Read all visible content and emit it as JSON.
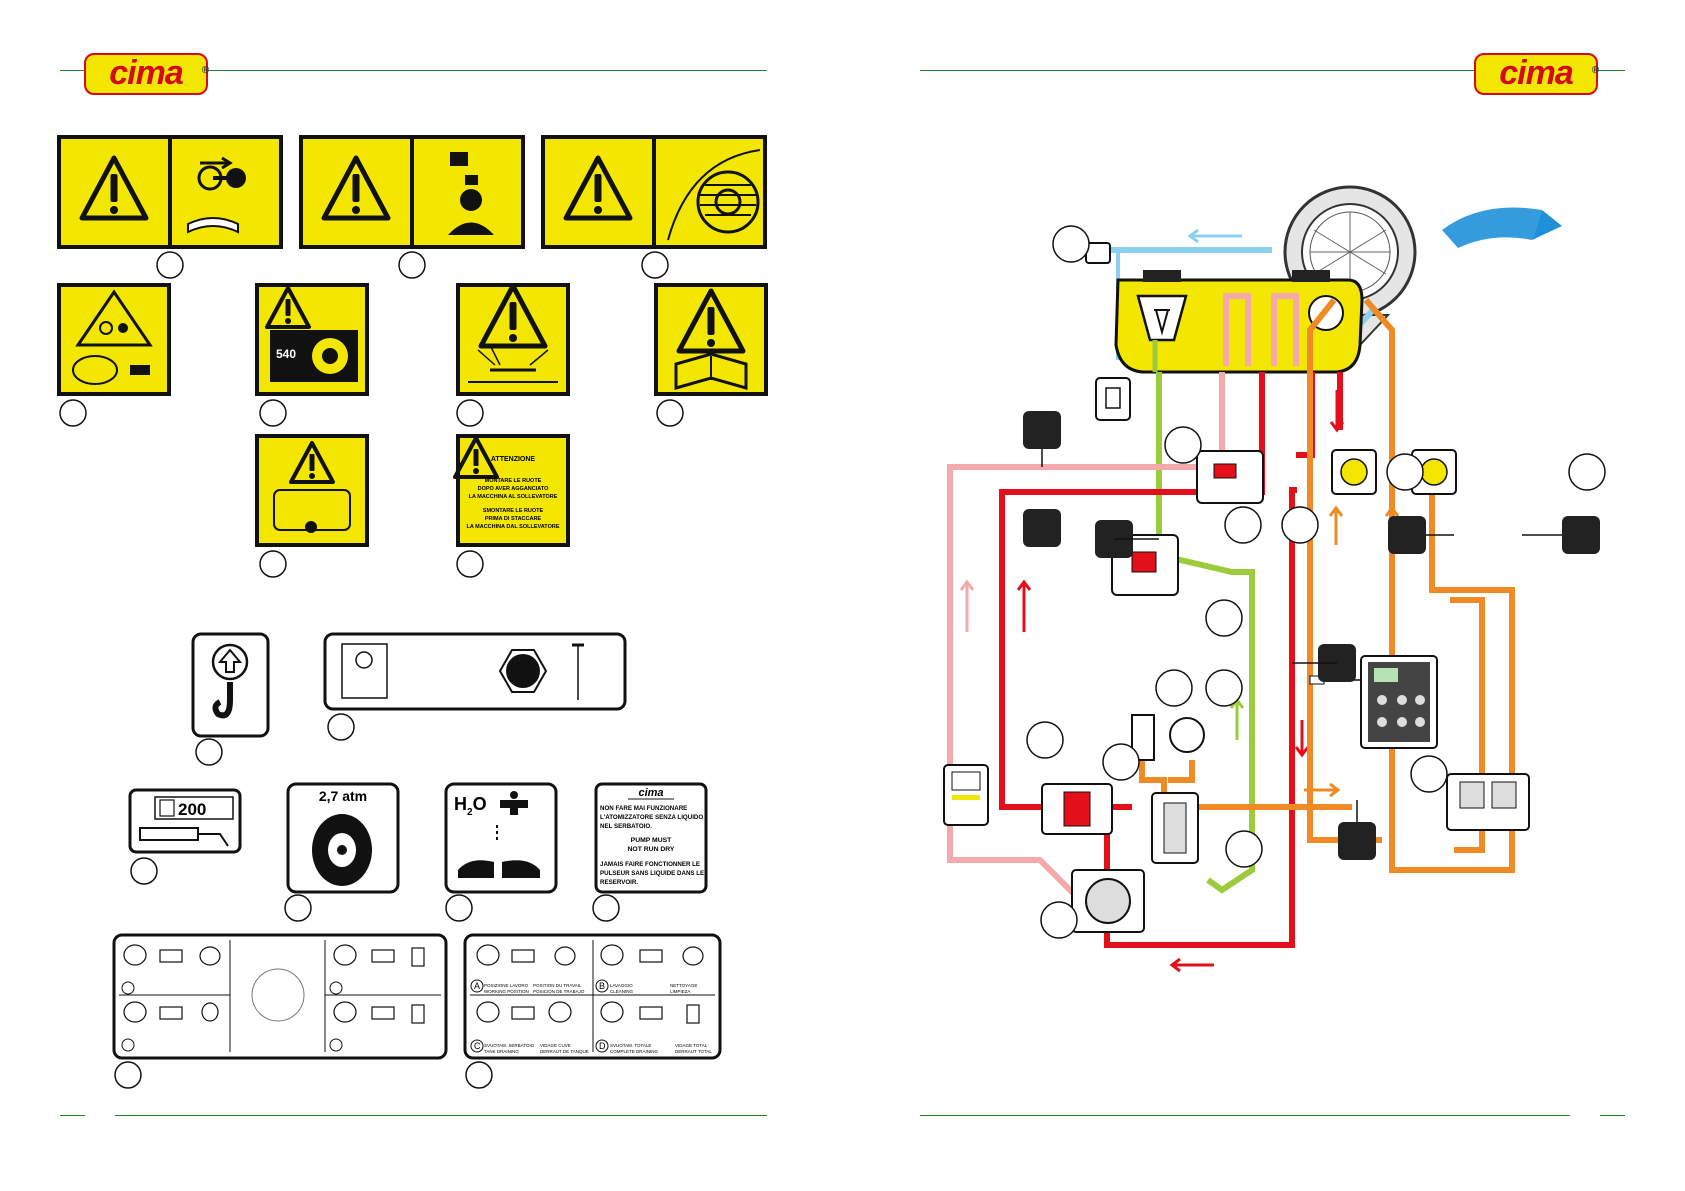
{
  "header": {
    "brand_left": "cima",
    "brand_right": "cima",
    "reg_mark": "®"
  },
  "labels": {
    "attenzione_title": "ATTENZIONE",
    "attenzione_line1": "MONTARE LE RUOTE",
    "attenzione_line2": "DOPO AVER AGGANCIATO",
    "attenzione_line3": "LA MACCHINA AL SOLLEVATORE",
    "attenzione_line4": "SMONTARE LE RUOTE",
    "attenzione_line5": "PRIMA DI STACCARE",
    "attenzione_line6": "LA MACCHINA DAL SOLLEVATORE",
    "pto_speed": "540",
    "grease_count": "200",
    "tyre_pressure": "2,7 atm",
    "water_label": "H",
    "water_sub": "2",
    "water_o": "O",
    "pump_brand": "cima",
    "pump_it_1": "NON FARE MAI FUNZIONARE",
    "pump_it_2": "L'ATOMIZZATORE SENZA LIQUIDO",
    "pump_it_3": "NEL SERBATOIO.",
    "pump_en_1": "PUMP MUST",
    "pump_en_2": "NOT RUN DRY",
    "pump_fr_1": "JAMAIS FAIRE FONCTIONNER LE",
    "pump_fr_2": "PULSEUR SANS LIQUIDE DANS LE",
    "pump_fr_3": "RESERVOIR.",
    "valve_a1": "POSIZIONE LAVORO",
    "valve_a2": "WORKING POSITION",
    "valve_a3": "POSITION DU TRAVAIL",
    "valve_a4": "POSICION DE TRABAJO",
    "valve_b1": "LAVAGGIO",
    "valve_b2": "CLEANING",
    "valve_b3": "NETTOYAGE",
    "valve_b4": "LIMPIEZA",
    "valve_c1": "SVUOTAM. SERBATOIO",
    "valve_c2": "TANK DRAINING",
    "valve_c3": "VIDAGE CUVE",
    "valve_c4": "DERRAUT DE TANQUE",
    "valve_d1": "SVUOTAM. TOTALE",
    "valve_d2": "COMPLETE DRAINING",
    "valve_d3": "VIDAGE TOTAL",
    "valve_d4": "DERRAUT TOTAL",
    "letter_a": "A",
    "letter_b": "B",
    "letter_c": "C",
    "letter_d": "D"
  },
  "colors": {
    "yellow": "#f3e600",
    "red": "#e3101c",
    "orange": "#f08a24",
    "green": "#9ccb3b",
    "pink": "#f4a9ad",
    "blue": "#8cd0ef",
    "dark": "#222222"
  }
}
